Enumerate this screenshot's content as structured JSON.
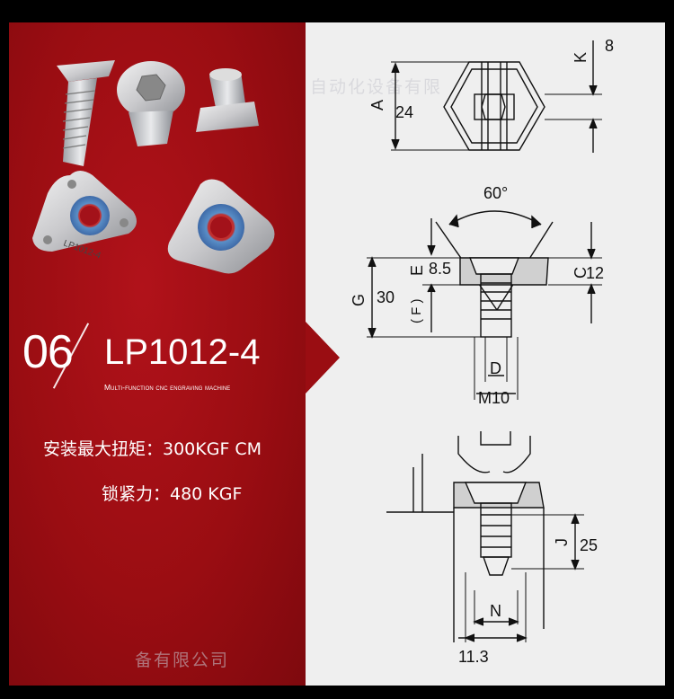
{
  "header": {
    "number": "06",
    "model": "LP1012-4",
    "subtitle": "Multi-function cnc engraving machine"
  },
  "specs": {
    "torque": "安装最大扭矩：300KGF CM",
    "lock_force": "锁紧力：480 KGF"
  },
  "watermarks": {
    "top": "自动化设备有限",
    "bottom": "备有限公司"
  },
  "drawings": {
    "top_view": {
      "A_label": "A",
      "A_value": "24",
      "K_label": "K",
      "K_value": "8"
    },
    "side_view": {
      "angle": "60°",
      "E_label": "E",
      "E_value": "8.5",
      "C_label": "C",
      "C_value": "12",
      "G_label": "G",
      "G_value": "30",
      "F_label": "( F )",
      "D_label": "D",
      "M_label": "M10"
    },
    "mount_view": {
      "J_label": "J",
      "J_value": "25",
      "N_label": "N",
      "N_value": "11.3"
    }
  },
  "colors": {
    "red": "#9a0d12",
    "panel_gray": "#efefef",
    "line": "#111111"
  },
  "photos": {
    "part_label": "LP1012-4"
  }
}
